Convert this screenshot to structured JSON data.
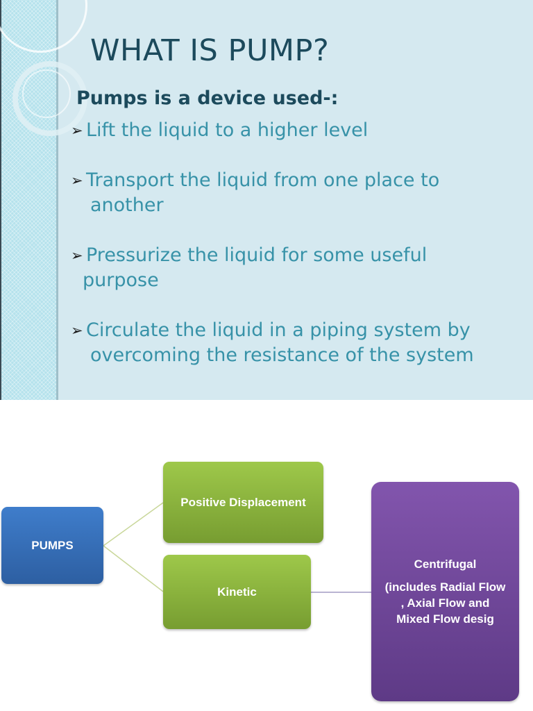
{
  "slide1": {
    "title": "WHAT IS PUMP?",
    "subtitle": "Pumps is a device used-:",
    "bullet_icon": "arrow-bullet-icon",
    "bullets": [
      {
        "line1": "Lift the liquid to a higher level",
        "line2": ""
      },
      {
        "line1": "Transport the liquid from one place to",
        "line2": "another"
      },
      {
        "line1": "Pressurize the liquid for some useful",
        "line2": "purpose"
      },
      {
        "line1": "Circulate the liquid in a piping system by",
        "line2": "overcoming the resistance of the system"
      }
    ],
    "colors": {
      "background": "#d5e9f0",
      "title": "#1c4a5c",
      "bullet_text": "#3792a8"
    }
  },
  "slide2": {
    "root": "PUMPS",
    "branches": [
      "Positive Displacement",
      "Kinetic"
    ],
    "detail": {
      "title": "Centrifugal",
      "lines": [
        "(includes Radial  Flow",
        ", Axial Flow and",
        "Mixed Flow desig"
      ]
    },
    "colors": {
      "root": "#3a73bf",
      "branch": "#8fb93e",
      "detail": "#724a9e",
      "connector": "#c9d79a"
    }
  }
}
